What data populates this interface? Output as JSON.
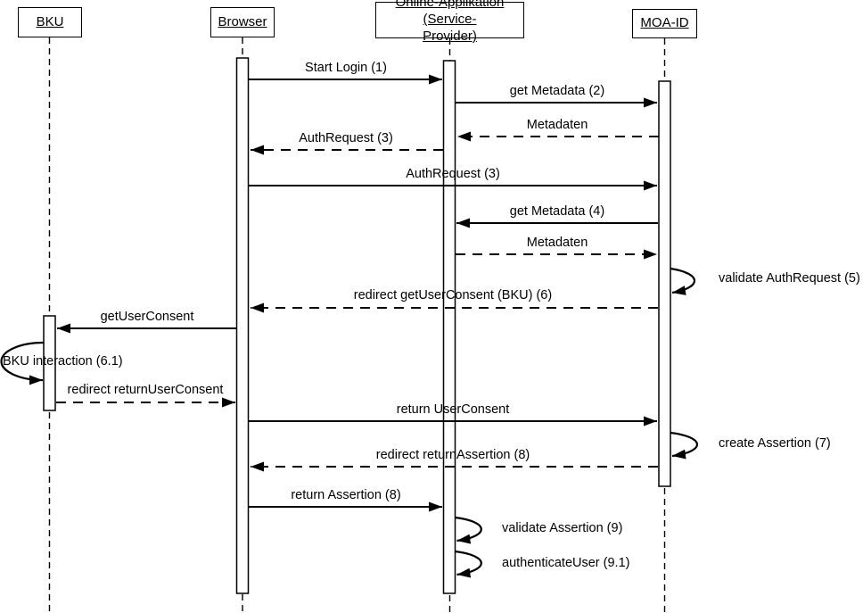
{
  "diagram_type": "uml-sequence-diagram",
  "colors": {
    "stroke": "#000000",
    "background": "#ffffff",
    "text": "#000000"
  },
  "actors": [
    {
      "id": "bku",
      "label": "BKU"
    },
    {
      "id": "browser",
      "label": "Browser"
    },
    {
      "id": "online-applikation",
      "label": "Online-Applikation (Service-Provider)",
      "lines": [
        "Online-Applikation (Service-",
        "Provider)"
      ]
    },
    {
      "id": "moa-id",
      "label": "MOA-ID"
    }
  ],
  "messages": [
    {
      "n": 1,
      "label": "Start Login (1)",
      "from": "browser",
      "to": "online-applikation",
      "line": "solid"
    },
    {
      "n": 2,
      "label": "get Metadata (2)",
      "from": "online-applikation",
      "to": "moa-id",
      "line": "solid"
    },
    {
      "n": 3,
      "label": "Metadaten",
      "from": "moa-id",
      "to": "online-applikation",
      "line": "dashed"
    },
    {
      "n": 4,
      "label": "AuthRequest (3)",
      "from": "online-applikation",
      "to": "browser",
      "line": "dashed"
    },
    {
      "n": 5,
      "label": "AuthRequest (3)",
      "from": "browser",
      "to": "moa-id",
      "line": "solid"
    },
    {
      "n": 6,
      "label": "get Metadata (4)",
      "from": "moa-id",
      "to": "online-applikation",
      "line": "solid"
    },
    {
      "n": 7,
      "label": "Metadaten",
      "from": "online-applikation",
      "to": "moa-id",
      "line": "dashed"
    },
    {
      "n": 8,
      "label": "validate AuthRequest (5)",
      "from": "moa-id",
      "to": "moa-id",
      "line": "self"
    },
    {
      "n": 9,
      "label": "redirect getUserConsent (BKU) (6)",
      "from": "moa-id",
      "to": "browser",
      "line": "dashed"
    },
    {
      "n": 10,
      "label": "getUserConsent",
      "from": "browser",
      "to": "bku",
      "line": "solid"
    },
    {
      "n": 11,
      "label": "BKU interaction (6.1)",
      "from": "bku",
      "to": "bku",
      "line": "self"
    },
    {
      "n": 12,
      "label": "redirect returnUserConsent",
      "from": "bku",
      "to": "browser",
      "line": "dashed"
    },
    {
      "n": 13,
      "label": "return UserConsent",
      "from": "browser",
      "to": "moa-id",
      "line": "solid"
    },
    {
      "n": 14,
      "label": "create Assertion (7)",
      "from": "moa-id",
      "to": "moa-id",
      "line": "self"
    },
    {
      "n": 15,
      "label": "redirect returnAssertion (8)",
      "from": "moa-id",
      "to": "browser",
      "line": "dashed"
    },
    {
      "n": 16,
      "label": "return Assertion (8)",
      "from": "browser",
      "to": "online-applikation",
      "line": "solid"
    },
    {
      "n": 17,
      "label": "validate Assertion (9)",
      "from": "online-applikation",
      "to": "online-applikation",
      "line": "self"
    },
    {
      "n": 18,
      "label": "authenticateUser (9.1)",
      "from": "online-applikation",
      "to": "online-applikation",
      "line": "self"
    }
  ]
}
